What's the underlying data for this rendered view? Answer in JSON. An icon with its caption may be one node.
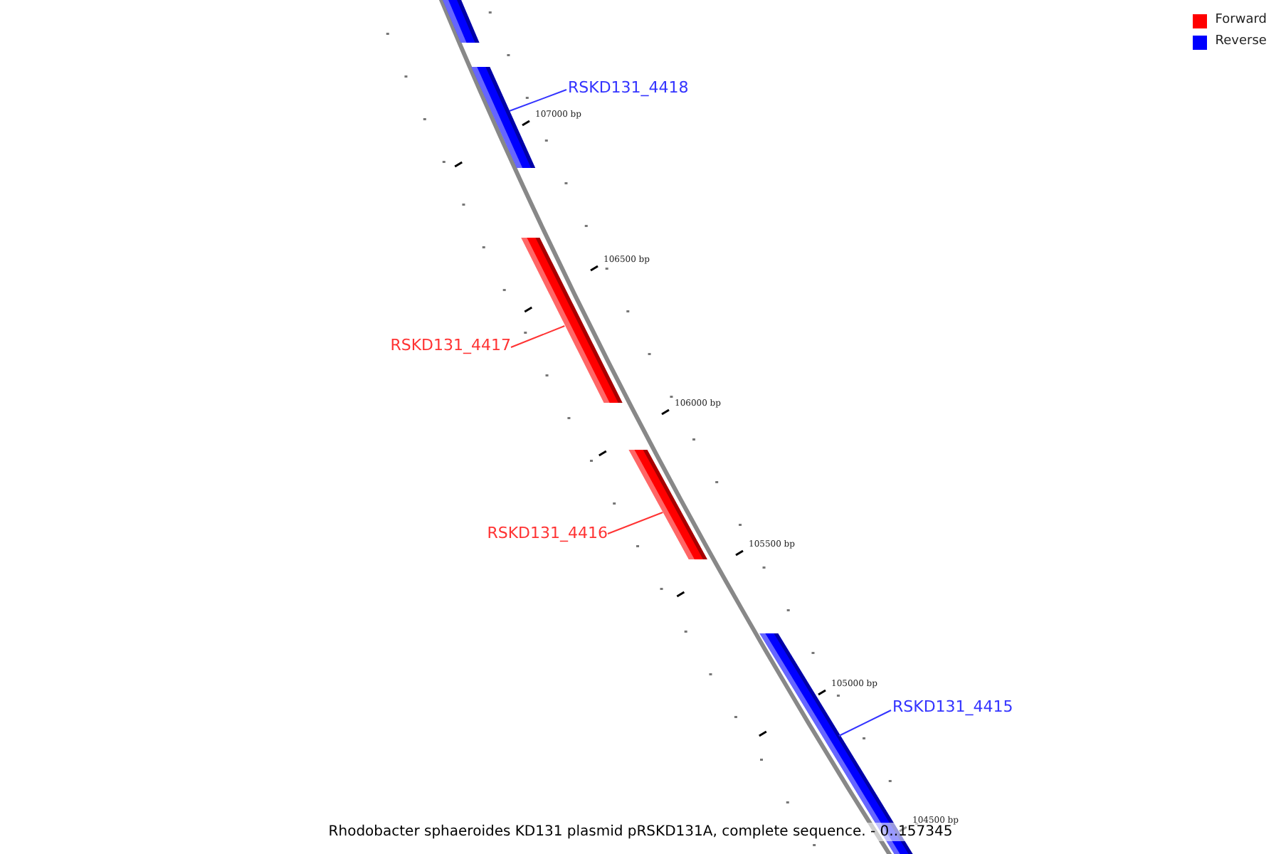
{
  "diagram": {
    "caption": "Rhodobacter sphaeroides KD131 plasmid pRSKD131A, complete sequence. - 0..157345",
    "nodes": [
      {
        "text": [],
        "shape": "bar"
      },
      {
        "text": [
          "RSKD131_4418"
        ]
      },
      {
        "text": [],
        "shape": "bar"
      },
      {
        "text": [
          "RSKD131_4417"
        ]
      },
      {
        "text": [],
        "shape": "bar"
      },
      {
        "text": [
          "RSKD131_4416"
        ]
      },
      {
        "text": [],
        "shape": "bar"
      },
      {
        "text": [
          "RSKD131_4415"
        ]
      },
      {
        "text": [],
        "shape": "bar"
      }
    ],
    "edges": [
      {
        "from": 1,
        "to": 2,
        "arrow": "none",
        "color": "#3333ff"
      },
      {
        "from": 3,
        "to": 4,
        "arrow": "none",
        "color": "#ff3333"
      },
      {
        "from": 5,
        "to": 6,
        "arrow": "none",
        "color": "#ff3333"
      },
      {
        "from": 7,
        "to": 8,
        "arrow": "none",
        "color": "#3333ff"
      }
    ],
    "labels": [
      "107000 bp",
      "106500 bp",
      "106000 bp",
      "105500 bp",
      "105000 bp",
      "104500 bp"
    ],
    "legend": [
      {
        "text": "Forward",
        "color": "#ff0000"
      },
      {
        "text": "Reverse",
        "color": "#0000ff"
      }
    ]
  }
}
